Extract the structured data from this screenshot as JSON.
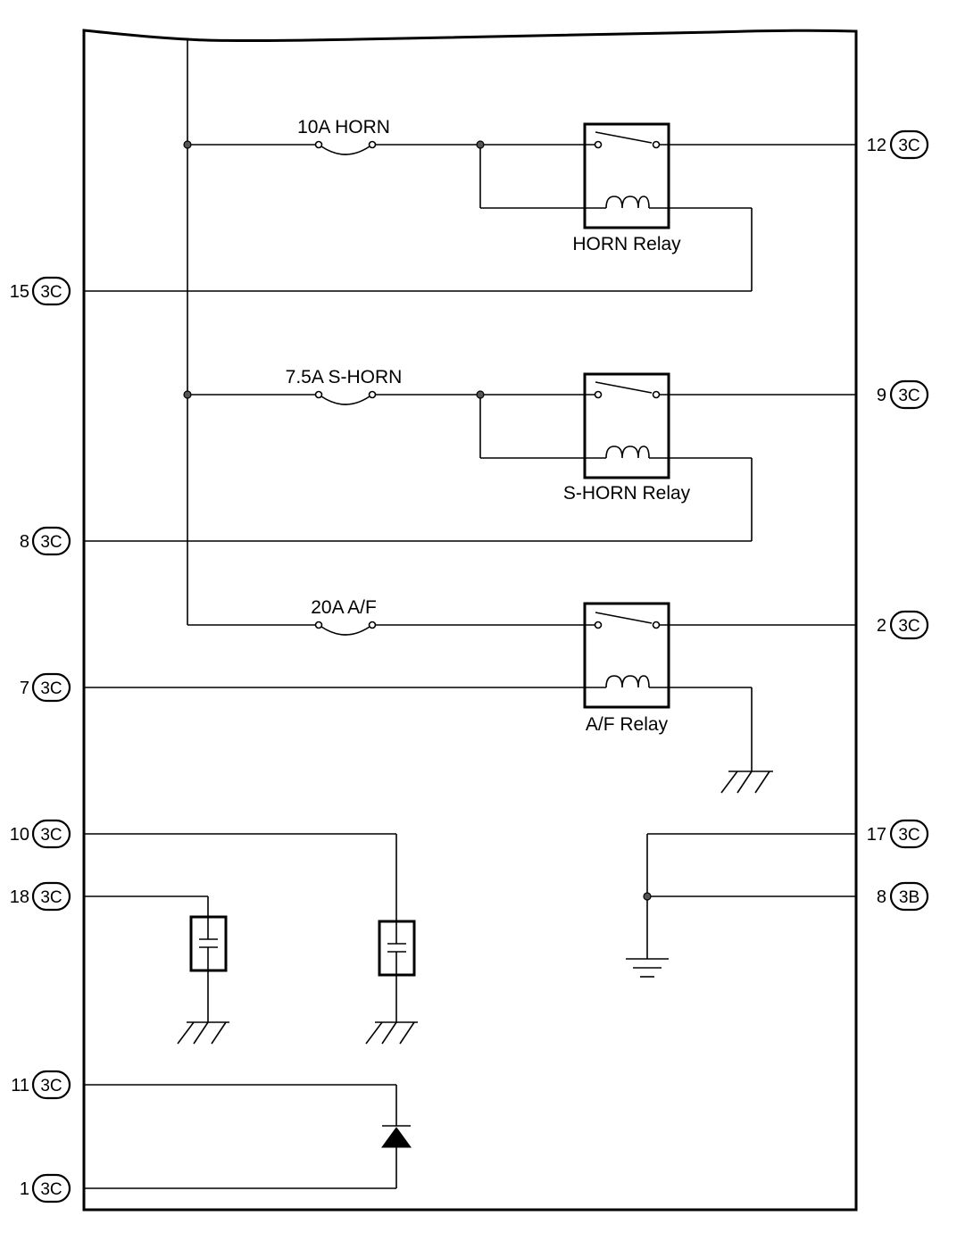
{
  "fuses": [
    {
      "id": "horn",
      "label": "10A HORN"
    },
    {
      "id": "shorn",
      "label": "7.5A S-HORN"
    },
    {
      "id": "af",
      "label": "20A A/F"
    }
  ],
  "relays": [
    {
      "id": "horn",
      "label": "HORN Relay"
    },
    {
      "id": "shorn",
      "label": "S-HORN Relay"
    },
    {
      "id": "af",
      "label": "A/F Relay"
    }
  ],
  "terminals_left": [
    {
      "pin": "15",
      "connector": "3C"
    },
    {
      "pin": "8",
      "connector": "3C"
    },
    {
      "pin": "7",
      "connector": "3C"
    },
    {
      "pin": "10",
      "connector": "3C"
    },
    {
      "pin": "18",
      "connector": "3C"
    },
    {
      "pin": "11",
      "connector": "3C"
    },
    {
      "pin": "1",
      "connector": "3C"
    }
  ],
  "terminals_right": [
    {
      "pin": "12",
      "connector": "3C"
    },
    {
      "pin": "9",
      "connector": "3C"
    },
    {
      "pin": "2",
      "connector": "3C"
    },
    {
      "pin": "17",
      "connector": "3C"
    },
    {
      "pin": "8",
      "connector": "3B"
    }
  ]
}
